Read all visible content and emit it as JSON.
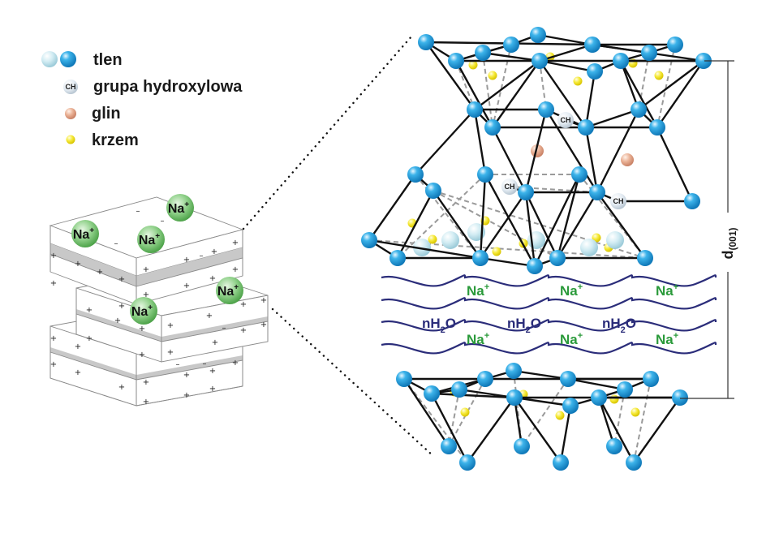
{
  "legend": {
    "items": [
      {
        "key": "oxygen",
        "label": "tlen",
        "icon": "oxygen-atom-icon",
        "colors": [
          "#cde9f2",
          "#1e9ad6"
        ]
      },
      {
        "key": "hydroxyl",
        "label": "grupa hydroxylowa",
        "icon": "hydroxyl-group-icon",
        "symbol": "CH",
        "color": "#e2eaf1"
      },
      {
        "key": "aluminium",
        "label": "glin",
        "icon": "aluminium-atom-icon",
        "color": "#e8a888"
      },
      {
        "key": "silicon",
        "label": "krzem",
        "icon": "silicon-atom-icon",
        "color": "#f3e430"
      }
    ]
  },
  "block_model": {
    "cation_symbol": "Na",
    "cation_charge": "+",
    "cation_count": 5,
    "positive_charge": "+",
    "negative_charge": "–",
    "colors": {
      "slab_top": "#ffffff",
      "slab_middle": "#c8c8c8",
      "cation": "#7fc77a"
    }
  },
  "interlayer": {
    "cation_rows": [
      [
        "Na",
        "Na",
        "Na"
      ],
      [
        "Na",
        "Na",
        "Na"
      ]
    ],
    "cation_charge": "+",
    "water_label_prefix": "nH",
    "water_label_sub": "2",
    "water_label_suffix": "O",
    "water_count": 3,
    "colors": {
      "cation_text": "#2a9a3a",
      "water": "#2b2d7a"
    }
  },
  "structure": {
    "hydroxyl_symbol": "CH",
    "colors": {
      "oxygen": "#1e9ad6",
      "oxygen_light": "#cde9f2",
      "bond": "#111111",
      "hidden_bond": "#9a9a9a",
      "aluminium": "#e8a888",
      "silicon": "#f3e430"
    }
  },
  "dimension": {
    "label": "d",
    "subscript": "(001)"
  }
}
